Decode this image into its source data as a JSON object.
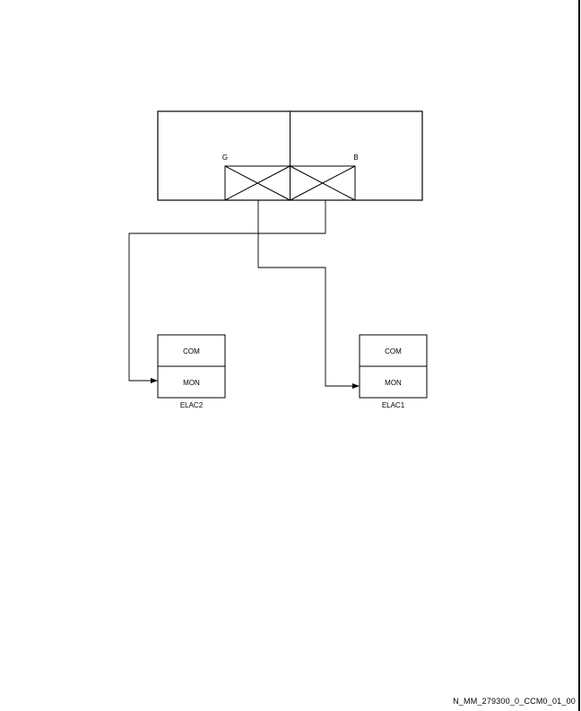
{
  "panel": {
    "label_left": "G",
    "label_right": "B"
  },
  "computers": [
    {
      "name": "ELAC2",
      "com_label": "COM",
      "mon_label": "MON"
    },
    {
      "name": "ELAC1",
      "com_label": "COM",
      "mon_label": "MON"
    }
  ],
  "drawing_id": "N_MM_279300_0_CCM0_01_00",
  "colors": {
    "line": "#000000",
    "background": "#ffffff"
  }
}
